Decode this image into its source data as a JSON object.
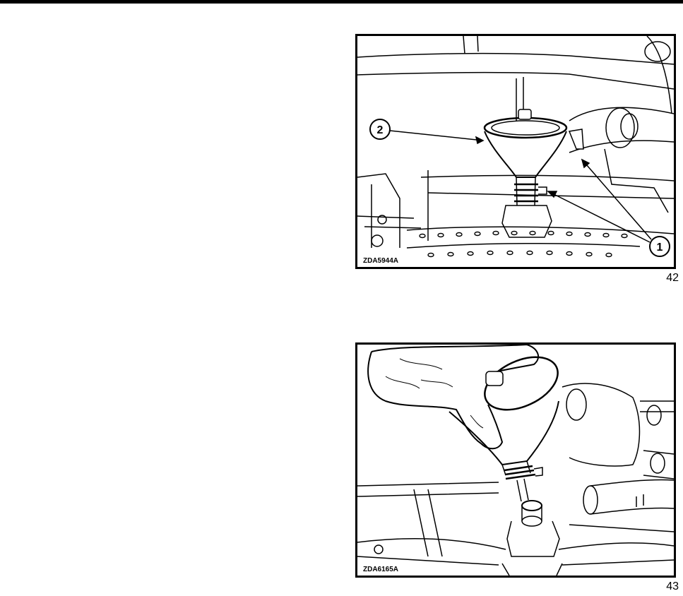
{
  "figures": [
    {
      "code": "ZDA5944A",
      "number": "42",
      "callouts": [
        "1",
        "2"
      ]
    },
    {
      "code": "ZDA6165A",
      "number": "43"
    }
  ]
}
